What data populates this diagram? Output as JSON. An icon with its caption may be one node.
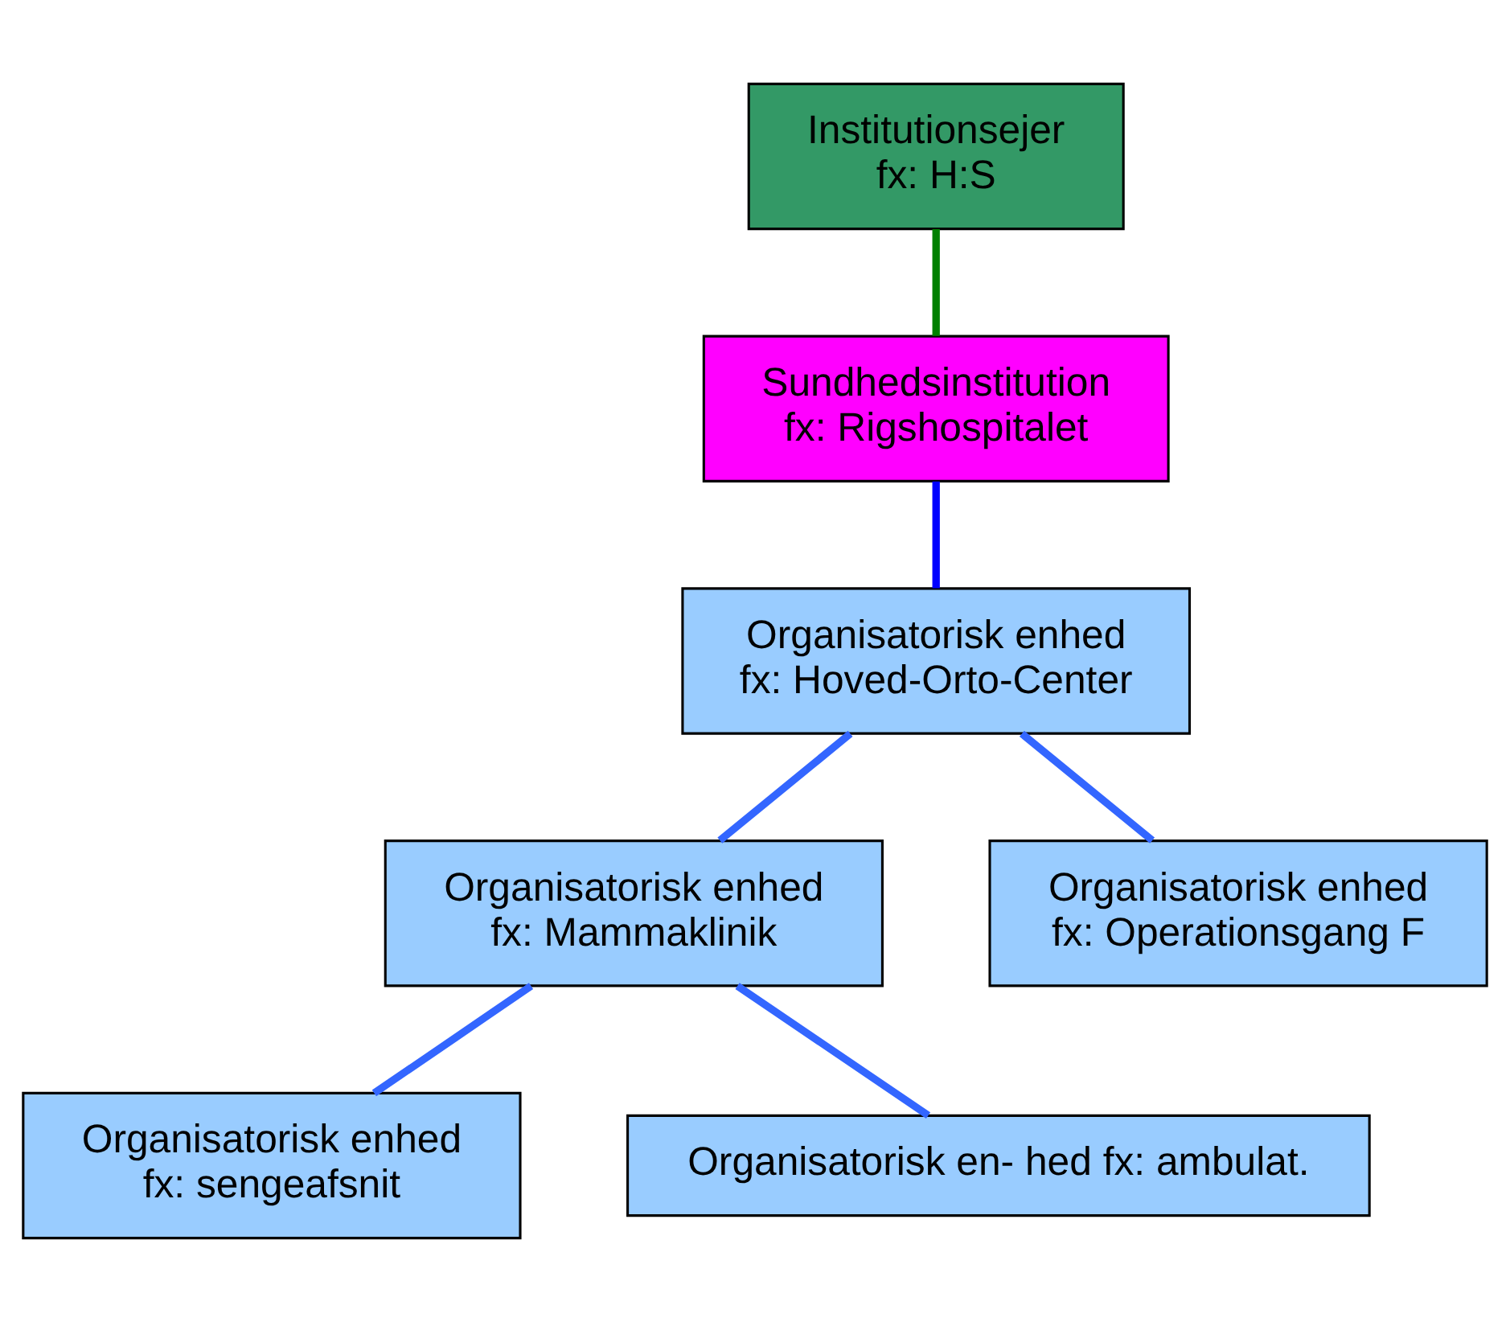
{
  "diagram": {
    "nodes": [
      {
        "text": [
          "Institutionsejer",
          "fx: H:S"
        ]
      },
      {
        "text": [
          "Sundhedsinstitution",
          "fx: Rigshospitalet"
        ]
      },
      {
        "text": [
          "Organisatorisk enhed",
          "fx: Hoved-Orto-Center"
        ]
      },
      {
        "text": [
          "Organisatorisk enhed",
          "fx: Mammaklinik"
        ]
      },
      {
        "text": [
          "Organisatorisk enhed",
          "fx: Operationsgang F"
        ]
      },
      {
        "text": [
          "Organisatorisk enhed",
          "fx: sengeafsnit"
        ]
      },
      {
        "text": [
          "Organisatorisk en- hed fx: ambulat."
        ]
      }
    ],
    "edges": [
      {
        "from": 0,
        "to": 1,
        "arrow": "none",
        "color": "#008000"
      },
      {
        "from": 1,
        "to": 2,
        "arrow": "none",
        "color": "#0000ff"
      },
      {
        "from": 2,
        "to": 3,
        "arrow": "none"
      },
      {
        "from": 2,
        "to": 4,
        "arrow": "none"
      },
      {
        "from": 3,
        "to": 5,
        "arrow": "none"
      },
      {
        "from": 3,
        "to": 6,
        "arrow": "none"
      }
    ]
  }
}
